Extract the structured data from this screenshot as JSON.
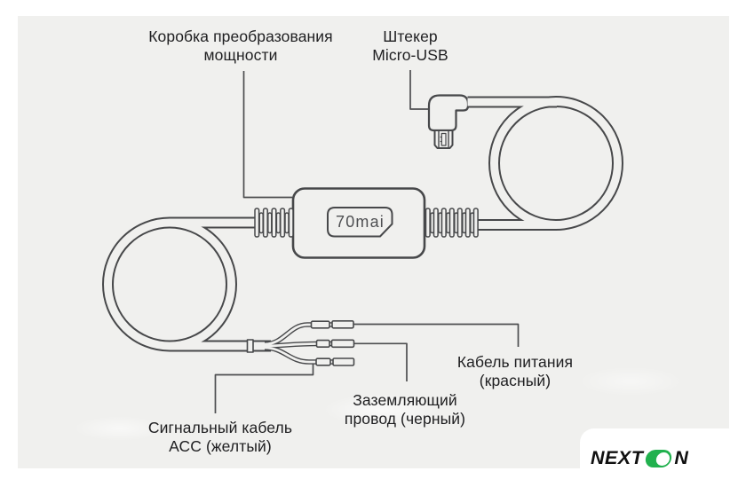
{
  "labels": {
    "power_box": {
      "line1": "Коробка преобразования",
      "line2": "мощности"
    },
    "plug": {
      "line1": "Штекер",
      "line2": "Micro-USB"
    },
    "power_wire": {
      "line1": "Кабель питания",
      "line2": "(красный)"
    },
    "ground_wire": {
      "line1": "Заземляющий",
      "line2": "провод (черный)"
    },
    "acc_wire": {
      "line1": "Сигнальный кабель",
      "line2": "АСС (желтый)"
    }
  },
  "device": {
    "brand": "70mai"
  },
  "logo": {
    "part1": "NEXT",
    "part2": "N"
  },
  "colors": {
    "background": "#f0f0ee",
    "line": "#47484a",
    "text": "#202022",
    "accent_green": "#21b14e",
    "card_white": "#ffffff"
  }
}
